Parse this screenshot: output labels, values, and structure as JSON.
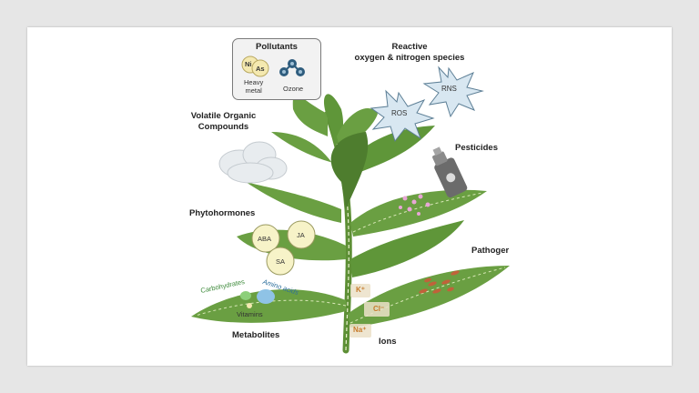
{
  "labels": {
    "pollutants": "Pollutants",
    "heavy_metal": "Heavy\nmetal",
    "ozone": "Ozone",
    "ni": "Ni",
    "as": "As",
    "reactive_line1": "Reactive",
    "reactive_line2": "oxygen & nitrogen species",
    "ros": "ROS",
    "rns": "RNS",
    "voc_line1": "Volatile Organic",
    "voc_line2": "Compounds",
    "pesticides": "Pesticides",
    "phytohormones": "Phytohormones",
    "aba": "ABA",
    "ja": "JA",
    "sa": "SA",
    "pathogen": "Pathoger",
    "carbohydrates": "Carbohydrates",
    "amino_acids": "Amino acids",
    "vitamins": "Vitamins",
    "metabolites": "Metabolites",
    "ions": "Ions",
    "k_ion": "K⁺",
    "cl_ion": "Cl⁻",
    "na_ion": "Na⁺"
  },
  "colors": {
    "leaf": "#6a9f42",
    "leaf_dark": "#4e7d2e",
    "stem": "#5d8f35",
    "hormone_fill": "#f7f3c8",
    "metal_fill": "#f4e9b0",
    "ozone": "#2f5d7e",
    "pathogen_spot": "#c0623a",
    "pesticide_dot": "#e8a6d6",
    "carbohydrate_dot": "#8ccf7a",
    "amino_dot": "#8fc3e6",
    "carb_text": "#3d8a3a",
    "amino_text": "#2d6f9c",
    "ion_text": "#c67a2a",
    "star_fill": "#d8e7f1",
    "star_stroke": "#5d7f96"
  },
  "icons": [
    "cloud-icon",
    "spray-bottle-icon",
    "ozone-molecule-icon",
    "star-burst-icon"
  ]
}
